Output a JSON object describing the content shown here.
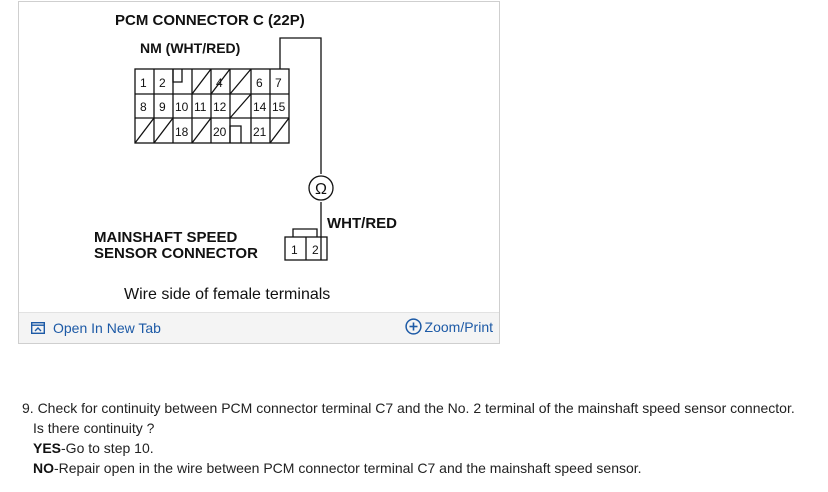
{
  "diagram": {
    "title": "PCM CONNECTOR C (22P)",
    "wire_label_top": "NM (WHT/RED)",
    "connector_rows": [
      [
        "1",
        "2",
        "",
        "",
        "4",
        "",
        "6",
        "7"
      ],
      [
        "8",
        "9",
        "10",
        "11",
        "12",
        "",
        "14",
        "15"
      ],
      [
        "",
        "",
        "18",
        "",
        "20",
        "",
        "21",
        ""
      ]
    ],
    "ohm_symbol": "Ω",
    "wire_label_right": "WHT/RED",
    "sensor_label_line1": "MAINSHAFT SPEED",
    "sensor_label_line2": "SENSOR CONNECTOR",
    "sensor_terminals": [
      "1",
      "2"
    ],
    "caption": "Wire side of female terminals"
  },
  "toolbar": {
    "open_tab_label": "Open In New Tab",
    "zoom_label": "Zoom/Print"
  },
  "steps": {
    "line1": "9. Check for continuity between PCM connector terminal C7 and the No. 2 terminal of the mainshaft speed sensor connector.",
    "question": "Is there continuity ?",
    "yes_prefix": "YES",
    "yes_text": "-Go to step 10.",
    "no_prefix": "NO",
    "no_text": "-Repair open in the wire between PCM connector terminal C7 and the mainshaft speed sensor."
  },
  "colors": {
    "link": "#1d5aa6"
  },
  "icons": {
    "open_tab": "open-new-tab-icon",
    "zoom": "plus-circle-icon"
  }
}
